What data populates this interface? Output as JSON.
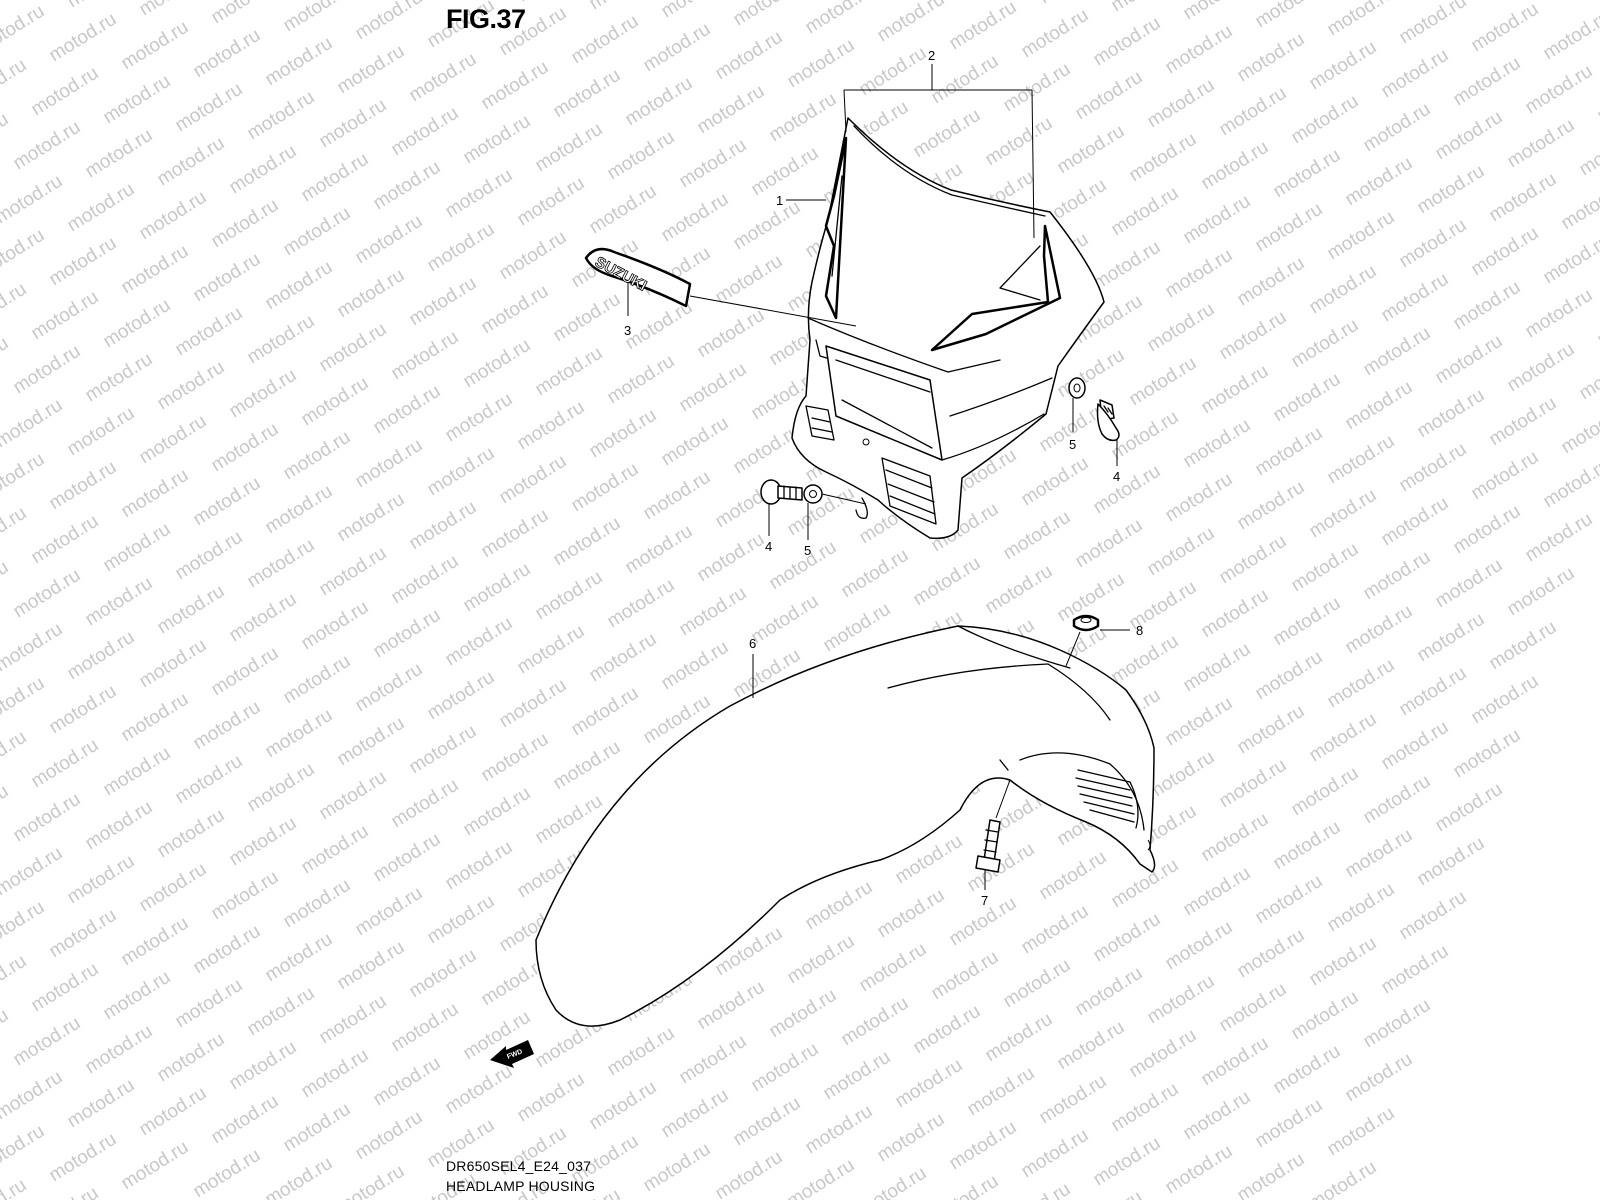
{
  "figure": {
    "title": "FIG.37",
    "code": "DR650SEL4_E24_037",
    "name": "HEADLAMP HOUSING"
  },
  "watermark": {
    "text": "motod.ru",
    "color": "#c8c8c8"
  },
  "badge": {
    "text": "SUZUKI"
  },
  "direction_marker": {
    "text": "FWD"
  },
  "callouts": {
    "housing": "1",
    "decal": "2",
    "emblem": "3",
    "bolt_right": "4",
    "washer_right": "5",
    "bolt_left": "4",
    "washer_left": "5",
    "fender": "6",
    "fender_bolt": "7",
    "nut": "8"
  }
}
